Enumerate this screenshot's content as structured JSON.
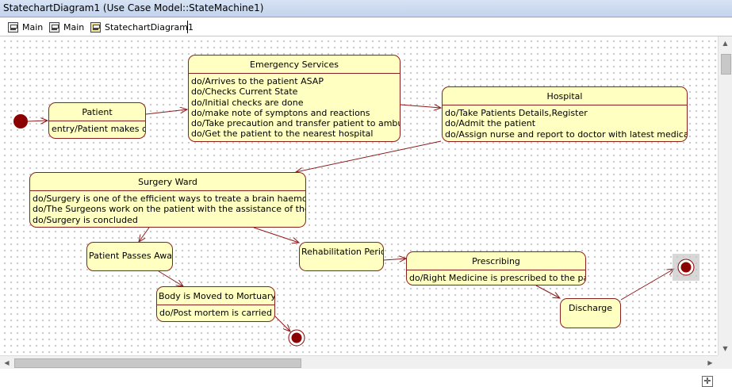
{
  "window": {
    "title": "StatechartDiagram1 (Use Case Model::StateMachine1)"
  },
  "tabs": [
    {
      "label": "Main"
    },
    {
      "label": "Main"
    },
    {
      "label": "StatechartDiagram1"
    }
  ],
  "diagram": {
    "states": {
      "patient": {
        "name": "Patient",
        "actions": [
          "entry/Patient makes call"
        ]
      },
      "emergency": {
        "name": "Emergency Services",
        "actions": [
          "do/Arrives to the patient ASAP",
          "do/Checks Current State",
          "do/Initial checks are done",
          "do/make note of symptons and reactions",
          "do/Take precaution and transfer patient to ambulance",
          "do/Get the patient to the nearest hospital"
        ]
      },
      "hospital": {
        "name": "Hospital",
        "actions": [
          "do/Take Patients Details,Register",
          "do/Admit the patient",
          "do/Assign nurse and report to doctor with latest medical report"
        ]
      },
      "surgery": {
        "name": "Surgery Ward",
        "actions": [
          "do/Surgery is one of the efficient ways to treate a brain haemorrage",
          "do/The Surgeons work on the patient with the assistance of the nurses",
          "do/Surgery is concluded"
        ]
      },
      "passes": {
        "name": "Patient Passes Away"
      },
      "rehab": {
        "name": "Rehabilitation Period"
      },
      "prescribing": {
        "name": "Prescribing",
        "actions": [
          "do/Right Medicine is prescribed to the patient"
        ]
      },
      "mortuary": {
        "name": "Body is Moved to Mortuary",
        "actions": [
          "do/Post mortem is carried out"
        ]
      },
      "discharge": {
        "name": "Discharge"
      }
    }
  },
  "colors": {
    "state_fill": "#ffffc2",
    "state_border": "#8b2020",
    "transition": "#8b1a1a",
    "pseudostate": "#8b0000"
  }
}
